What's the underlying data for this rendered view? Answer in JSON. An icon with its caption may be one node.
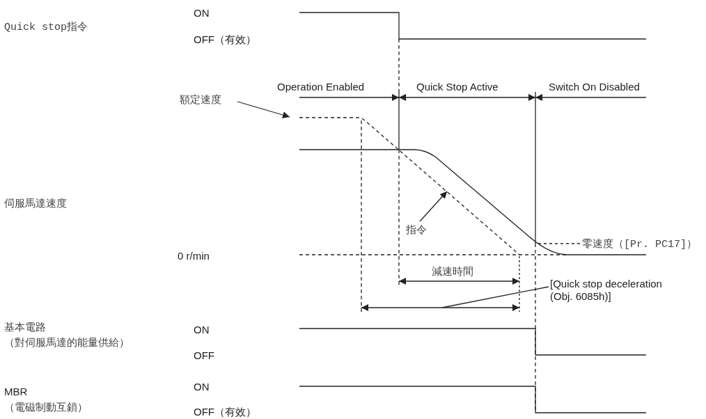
{
  "diagram": {
    "nodes": [
      {
        "text": [
          "額定速度"
        ]
      },
      {
        "text": [
          "指令"
        ]
      },
      {
        "text": [
          "零速度（[Pr. PC17]）"
        ]
      },
      {
        "text": [
          "[Quick stop deceleration (Obj. 6085h)]"
        ]
      },
      {
        "text": [],
        "shape": "line"
      },
      {
        "text": [],
        "shape": "line"
      },
      {
        "text": [],
        "shape": "line"
      }
    ],
    "edges": [
      {
        "from": 0,
        "to": 4,
        "arrow": "to"
      },
      {
        "from": 1,
        "to": 4,
        "arrow": "to"
      },
      {
        "from": 2,
        "to": 5,
        "arrow": "none",
        "style": "dashed"
      },
      {
        "from": 3,
        "to": 6,
        "arrow": "none"
      }
    ],
    "labels": [
      "ON",
      "Quick stop指令",
      "OFF（有效）",
      "Operation Enabled",
      "Quick Stop Active",
      "Switch On Disabled",
      "伺服馬達速度",
      "0 r/min",
      "減速時間",
      "基本電路",
      "（對伺服馬達的能量供給）",
      "ON",
      "OFF",
      "MBR",
      "ON",
      "（電磁制動互鎖）",
      "OFF（有效）"
    ]
  }
}
